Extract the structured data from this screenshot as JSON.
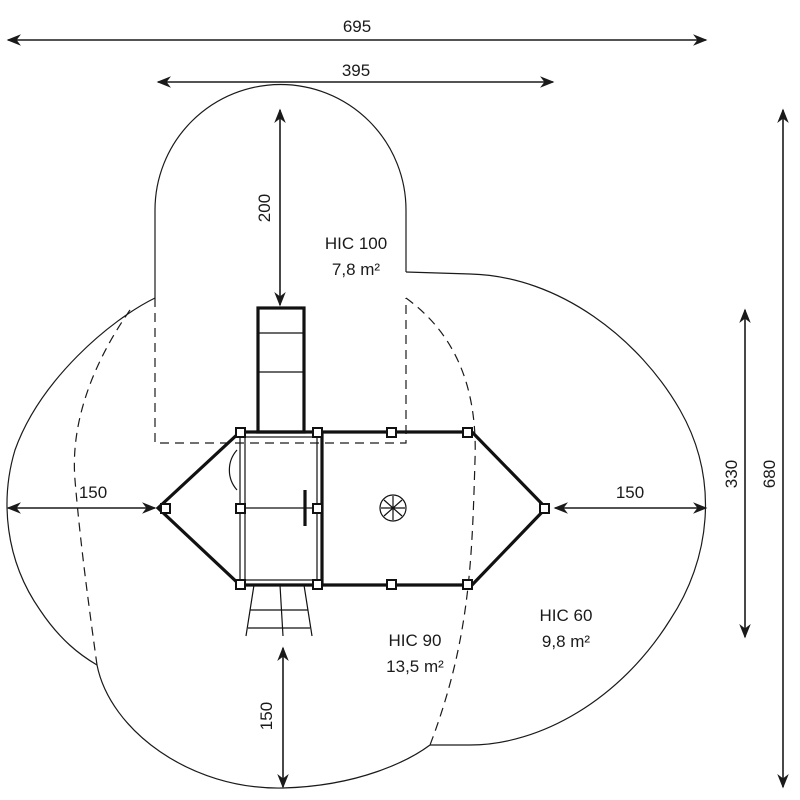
{
  "dimensions": {
    "total_width": "695",
    "inner_width": "395",
    "slide_zone_depth": "200",
    "left_clearance": "150",
    "right_clearance": "150",
    "structure_depth": "330",
    "total_depth": "680",
    "bottom_clearance": "150"
  },
  "zones": [
    {
      "hic": "HIC 100",
      "area": "7,8 m²"
    },
    {
      "hic": "HIC 60",
      "area": "9,8 m²"
    },
    {
      "hic": "HIC 90",
      "area": "13,5 m²"
    }
  ]
}
